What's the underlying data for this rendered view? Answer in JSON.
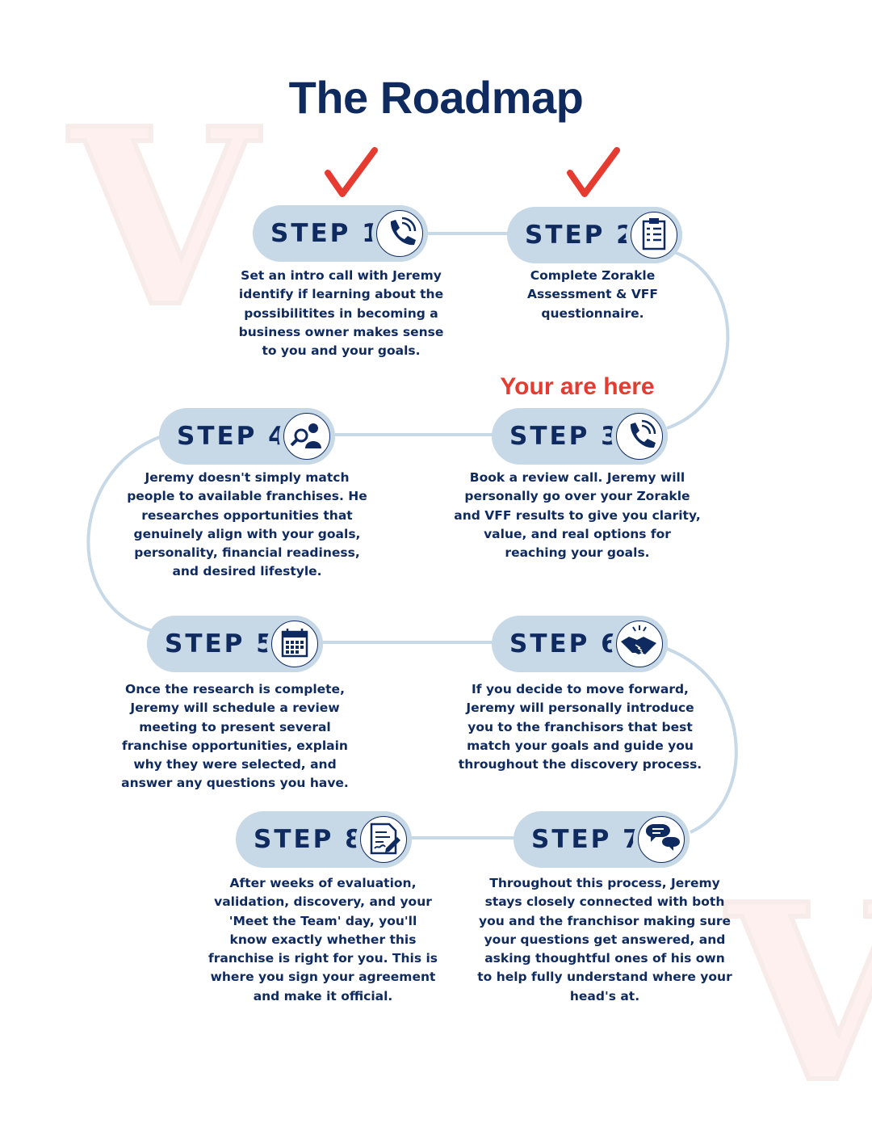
{
  "title": "The Roadmap",
  "watermark": "V",
  "here_label": "Your are here",
  "steps": [
    {
      "label": "STEP 1",
      "icon": "phone-icon",
      "text": "Set an intro call with Jeremy identify if learning about the possibilitites in becoming a business owner makes sense to you and your goals.",
      "completed": true
    },
    {
      "label": "STEP 2",
      "icon": "clipboard-checklist-icon",
      "text": "Complete Zorakle Assessment & VFF questionnaire.",
      "completed": true
    },
    {
      "label": "STEP 3",
      "icon": "phone-icon",
      "text": "Book a review call. Jeremy will personally go over your Zorakle and VFF results to give you clarity, value, and real options for reaching your goals.",
      "completed": false
    },
    {
      "label": "STEP 4",
      "icon": "research-person-icon",
      "text": "Jeremy doesn't simply match people to available franchises. He researches opportunities that genuinely align with your goals, personality, financial readiness, and desired lifestyle.",
      "completed": false
    },
    {
      "label": "STEP 5",
      "icon": "calendar-icon",
      "text": "Once the research is complete, Jeremy will schedule a review meeting to present several franchise opportunities, explain why they were selected, and answer any questions you have.",
      "completed": false
    },
    {
      "label": "STEP 6",
      "icon": "handshake-icon",
      "text": "If you decide to move forward, Jeremy will personally introduce you to the franchisors that best match your goals and guide you throughout the discovery process.",
      "completed": false
    },
    {
      "label": "STEP 7",
      "icon": "chat-bubbles-icon",
      "text": "Throughout this process, Jeremy stays closely connected with both you and the franchisor making sure your questions get answered, and asking thoughtful ones of his own to help fully understand where your head's at.",
      "completed": false
    },
    {
      "label": "STEP 8",
      "icon": "signed-document-icon",
      "text": "After weeks of evaluation, validation, discovery, and your 'Meet the Team' day, you'll know exactly whether this franchise is right for you. This is where you sign your agreement and make it official.",
      "completed": false
    }
  ],
  "colors": {
    "navy": "#0f2a5f",
    "pill": "#c7d8e6",
    "accent_red": "#e63b30"
  }
}
